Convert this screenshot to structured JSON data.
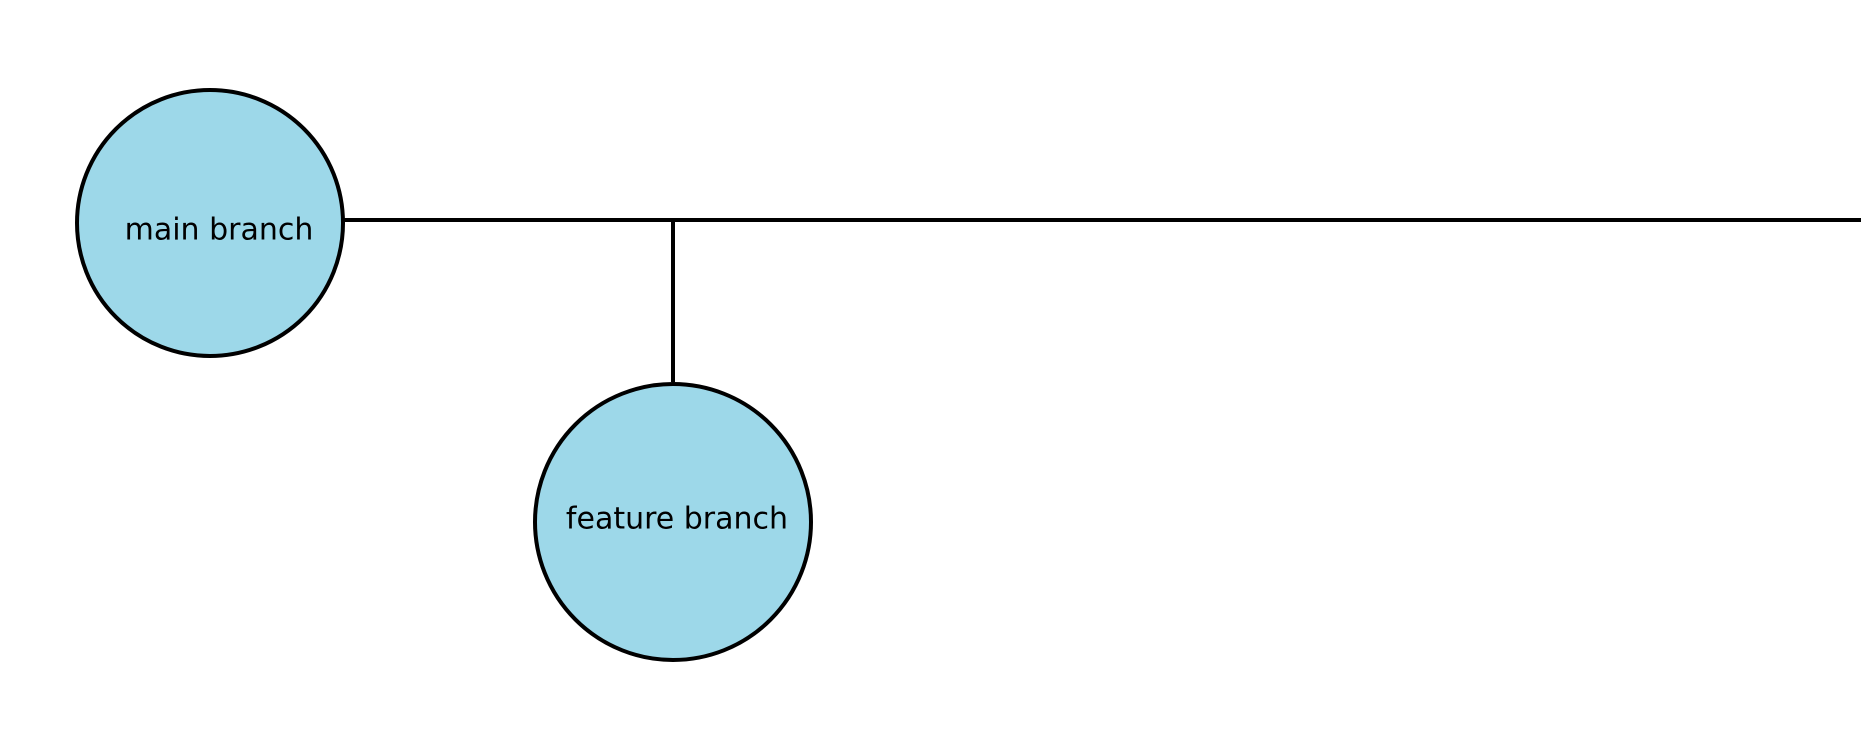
{
  "diagram": {
    "colors": {
      "node_fill": "#9dd8e9",
      "stroke": "#000000",
      "background": "#ffffff"
    },
    "nodes": [
      {
        "id": "main",
        "label": "main branch"
      },
      {
        "id": "feature",
        "label": "feature branch"
      }
    ]
  }
}
